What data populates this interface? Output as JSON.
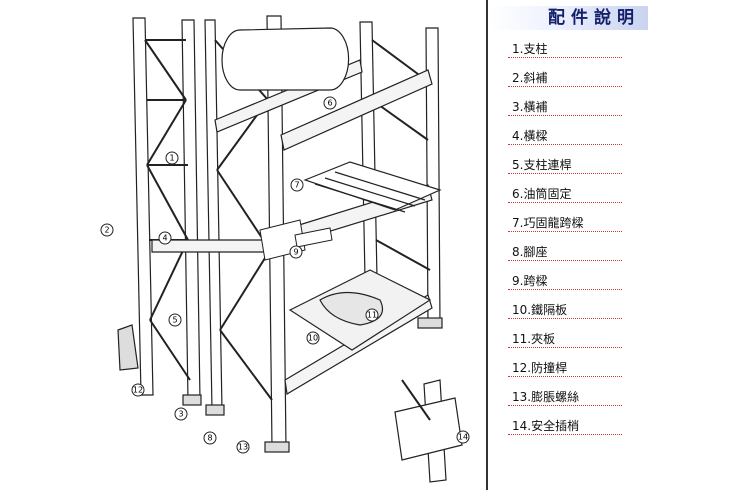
{
  "legend": {
    "title": "配件說明",
    "items": [
      "1.支柱",
      "2.斜補",
      "3.橫補",
      "4.橫樑",
      "5.支柱連桿",
      "6.油筒固定",
      "7.巧固龍跨樑",
      "8.腳座",
      "9.跨樑",
      "10.鐵隔板",
      "11.夾板",
      "12.防撞桿",
      "13.膨脹螺絲",
      "14.安全插梢"
    ]
  },
  "callouts": [
    "1",
    "2",
    "3",
    "4",
    "5",
    "6",
    "7",
    "8",
    "9",
    "10",
    "11",
    "12",
    "13",
    "14"
  ]
}
